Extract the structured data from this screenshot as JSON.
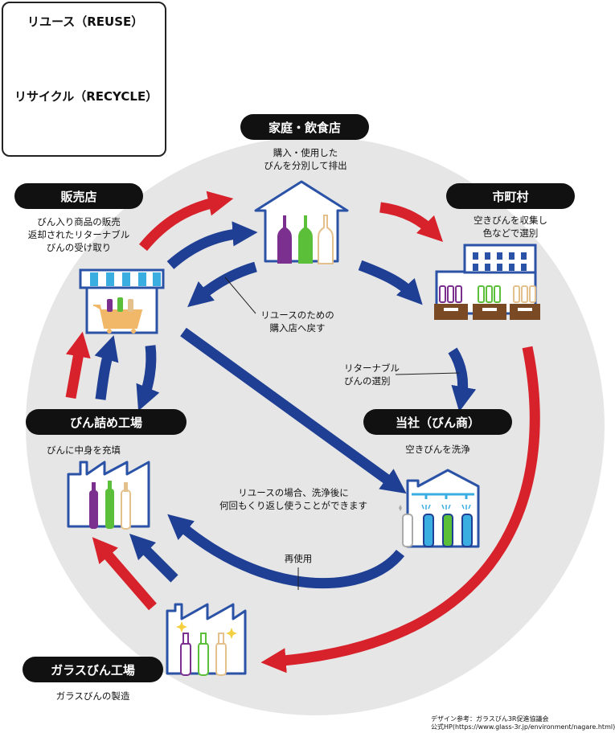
{
  "legend": {
    "reuse_label": "リユース（REUSE）",
    "recycle_label": "リサイクル（RECYCLE）",
    "reuse_color": "#1f3f94",
    "recycle_color": "#d8222b"
  },
  "nodes": {
    "household": {
      "title": "家庭・飲食店",
      "desc": [
        "購入・使用した",
        "びんを分別して排出"
      ]
    },
    "retailer": {
      "title": "販売店",
      "desc": [
        "びん入り商品の販売",
        "返却されたリターナブル",
        "びんの受け取り"
      ]
    },
    "municipality": {
      "title": "市町村",
      "desc": [
        "空きびんを収集し",
        "色などで選別"
      ]
    },
    "company": {
      "title": "当社（びん商）",
      "desc": [
        "空きびんを洗浄"
      ]
    },
    "bottler": {
      "title": "びん詰め工場",
      "desc": [
        "びんに中身を充填"
      ]
    },
    "glass_factory": {
      "title": "ガラスびん工場",
      "desc": [
        "ガラスびんの製造"
      ]
    }
  },
  "annotations": {
    "return_to_store": [
      "リユースのための",
      "購入店へ戻す"
    ],
    "returnable_sort": [
      "リターナブル",
      "びんの選別"
    ],
    "reuse_note": [
      "リユースの場合、洗浄後に",
      "何回もくり返し使うことができます"
    ],
    "reuse": "再使用"
  },
  "credit": [
    "デザイン参考：ガラスびん3R促進協議会",
    "公式HP(https://www.glass-3r.jp/environment/nagare.html)"
  ],
  "colors": {
    "circle": "#e6e6e6",
    "outline": "#2a52a6",
    "bottle_purple": "#7b2f8e",
    "bottle_green": "#5bbf3a",
    "bottle_amber": "#e4c18c",
    "bottle_blue": "#3aaee0",
    "crate": "#7a4a24",
    "cart": "#f2b86a"
  }
}
